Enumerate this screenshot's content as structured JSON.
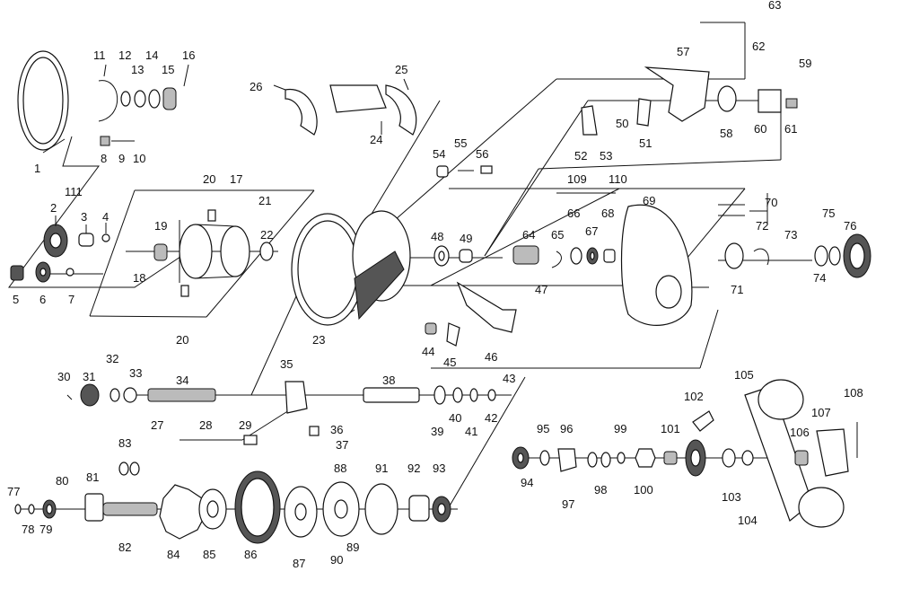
{
  "part_numbers": [
    "1",
    "2",
    "3",
    "4",
    "5",
    "6",
    "7",
    "8",
    "9",
    "10",
    "11",
    "12",
    "13",
    "14",
    "15",
    "16",
    "17",
    "18",
    "19",
    "20",
    "20",
    "21",
    "22",
    "23",
    "24",
    "25",
    "26",
    "27",
    "28",
    "29",
    "30",
    "31",
    "32",
    "33",
    "34",
    "35",
    "36",
    "37",
    "38",
    "39",
    "40",
    "41",
    "42",
    "43",
    "44",
    "45",
    "46",
    "47",
    "48",
    "49",
    "50",
    "51",
    "52",
    "53",
    "54",
    "55",
    "56",
    "57",
    "58",
    "59",
    "60",
    "61",
    "62",
    "63",
    "64",
    "65",
    "66",
    "67",
    "68",
    "69",
    "70",
    "71",
    "72",
    "73",
    "74",
    "75",
    "76",
    "77",
    "78",
    "79",
    "80",
    "81",
    "82",
    "83",
    "84",
    "85",
    "86",
    "87",
    "88",
    "89",
    "90",
    "91",
    "92",
    "93",
    "94",
    "95",
    "96",
    "97",
    "98",
    "99",
    "100",
    "101",
    "102",
    "103",
    "104",
    "105",
    "106",
    "107",
    "108",
    "109",
    "110",
    "111"
  ]
}
